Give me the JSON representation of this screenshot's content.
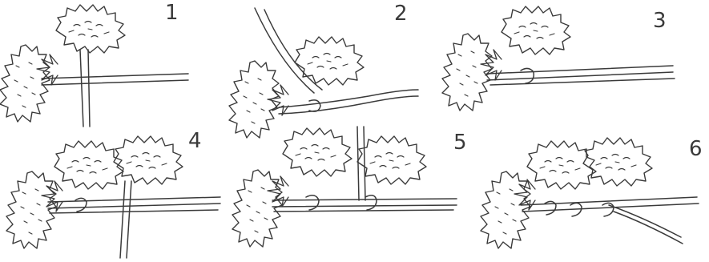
{
  "figure": {
    "panels": [
      {
        "step": "1"
      },
      {
        "step": "2"
      },
      {
        "step": "3"
      },
      {
        "step": "4"
      },
      {
        "step": "5"
      },
      {
        "step": "6"
      }
    ]
  },
  "colors": {
    "ink": "#3a3a3a",
    "background": "#ffffff"
  }
}
